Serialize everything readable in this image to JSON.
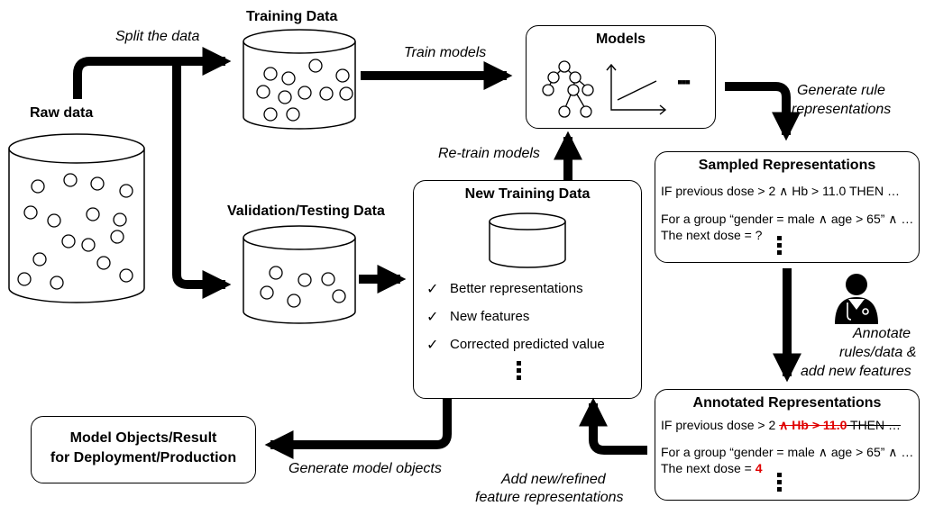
{
  "labels": {
    "training_data": "Training Data",
    "split_the_data": "Split the data",
    "raw_data": "Raw data",
    "validation_testing_data": "Validation/Testing Data",
    "train_models": "Train models",
    "retrain_models": "Re-train models",
    "generate_rule": "Generate rule",
    "representations": "representations",
    "annotate": "Annotate",
    "rules_data": "rules/data &",
    "add_new_features": "add new features",
    "generate_model_objects": "Generate model objects",
    "add_new_refined": "Add new/refined",
    "feature_representations": "feature representations"
  },
  "models_box": {
    "title": "Models",
    "ellipsis": "▪▪▪"
  },
  "new_training_box": {
    "title": "New Training Data",
    "items": [
      "Better representations",
      "New features",
      "Corrected predicted value"
    ],
    "check_mark": "✓"
  },
  "sampled_box": {
    "title": "Sampled Representations",
    "line1": "IF previous dose > 2 ∧  Hb > 11.0 THEN …",
    "line2": "For a group “gender = male  ∧ age > 65” ∧ …",
    "line3": "The next dose = ?"
  },
  "annotated_box": {
    "title": "Annotated Representations",
    "line1_a": "IF previous dose > 2 ",
    "line1_strike": "∧  Hb > 11.0",
    "line1_b": " THEN …",
    "line2": "For a group “gender = male  ∧ age > 65” ∧ …",
    "line3_a": "The next dose = ",
    "line3_value": "4"
  },
  "output_box": {
    "line1": "Model Objects/Result",
    "line2": "for Deployment/Production"
  },
  "colors": {
    "ink": "#000000",
    "highlight": "#e00000"
  },
  "icons": [
    "decision-tree-icon",
    "line-chart-icon",
    "doctor-icon",
    "checkmark-icon",
    "database-icon"
  ]
}
